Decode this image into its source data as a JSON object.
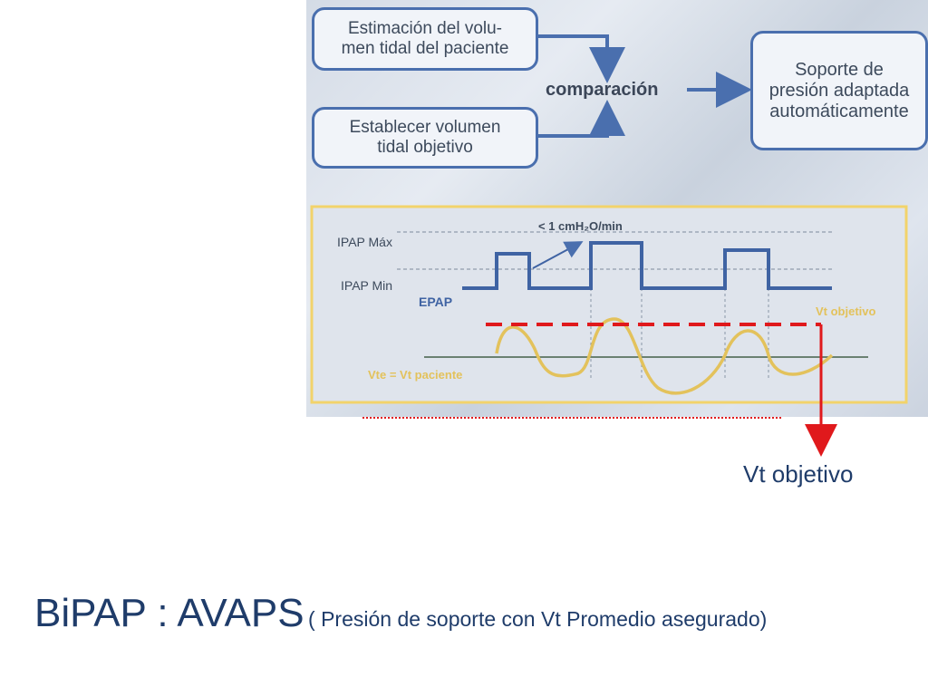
{
  "flow": {
    "box_estimacion": "Estimación del volu-\nmen tidal del paciente",
    "box_establecer": "Establecer volumen\ntidal objetivo",
    "comparacion": "comparación",
    "box_soporte": "Soporte de\npresión adaptada\nautomáticamente"
  },
  "graph": {
    "ipap_max": "IPAP Máx",
    "ipap_min": "IPAP Min",
    "epap": "EPAP",
    "rate": "< 1 cmH₂O/min",
    "vt_objetivo": "Vt objetivo",
    "vte_label": "Vte = Vt paciente"
  },
  "overlay": {
    "vt_objetivo": "Vt objetivo"
  },
  "title": {
    "main": "BiPAP : AVAPS",
    "sub": "( Presión de soporte con Vt Promedio asegurado)"
  },
  "colors": {
    "box_border": "#4a6fae",
    "pressure_line": "#3f63a3",
    "flow_curve": "#e3c25c",
    "graph_frame": "#f2d36b",
    "overlay_red": "#e0191c",
    "title_text": "#1f3c6a"
  }
}
